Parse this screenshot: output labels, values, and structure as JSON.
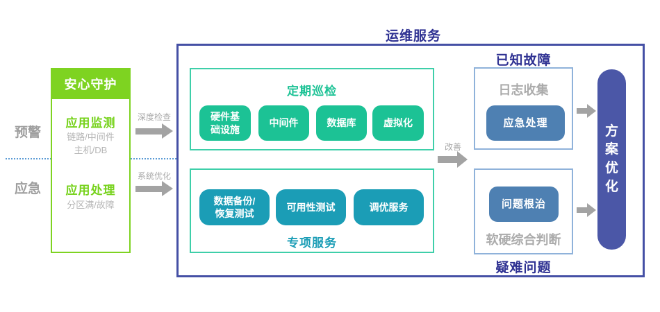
{
  "left_panel": {
    "lanes": [
      {
        "label": "预警"
      },
      {
        "label": "应急"
      }
    ],
    "guard": {
      "header": "安心守护",
      "monitor_title": "应用监测",
      "monitor_desc": "链路/中间件\n主机/DB",
      "handle_title": "应用处理",
      "handle_desc": "分区满/故障"
    },
    "arrow_deep_check": "深度检查",
    "arrow_system_opt": "系统优化"
  },
  "ops": {
    "title": "运维服务",
    "inspection": {
      "title": "定期巡检",
      "items": [
        "硬件基\n础设施",
        "中间件",
        "数据库",
        "虚拟化"
      ]
    },
    "special": {
      "title": "专项服务",
      "items": [
        "数据备份/\n恢复测试",
        "可用性测试",
        "调优服务"
      ]
    },
    "arrow_improve": "改善",
    "known_fault": {
      "title": "已知故障",
      "label": "日志收集",
      "pill": "应急处理"
    },
    "hard_problem": {
      "title": "疑难问题",
      "pill": "问题根治",
      "label": "软硬综合判断"
    },
    "optimize": "方案优化"
  },
  "colors": {
    "bright_green": "#7ed321",
    "emerald": "#1cc295",
    "teal": "#1b9db6",
    "indigo_text": "#2e3192",
    "ops_border": "#4550a5",
    "steel_border": "#8fb2da",
    "pill_blue": "#4e80b2",
    "pill_indigo": "#4b57a7",
    "gray_text": "#ababab",
    "arrow_gray": "#a3a3a3",
    "dotted_line": "#5b9bd5"
  }
}
